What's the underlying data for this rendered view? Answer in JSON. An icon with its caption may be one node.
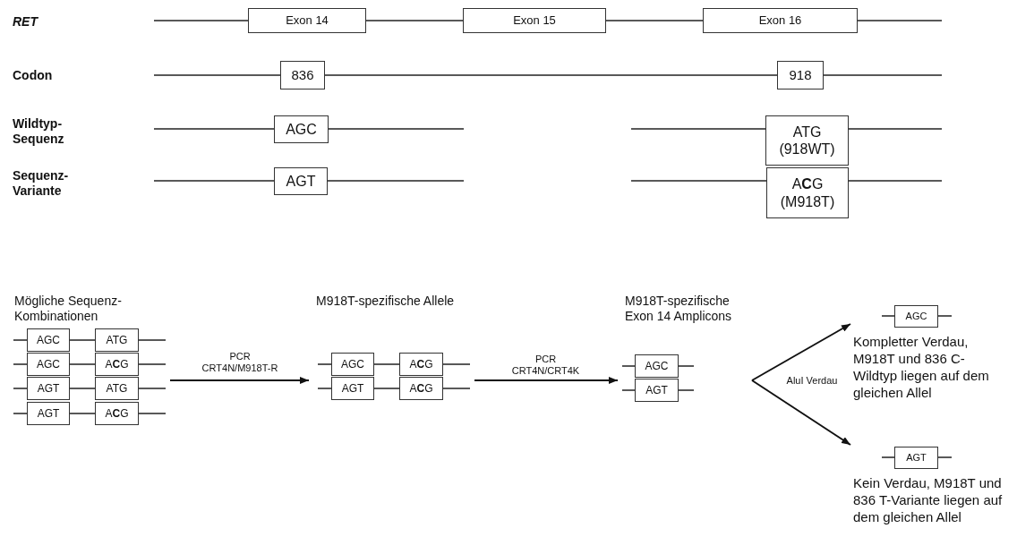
{
  "diagram": {
    "nodes": [
      {
        "text": [
          "Exon 14"
        ]
      },
      {
        "text": [
          "Exon 15"
        ]
      },
      {
        "text": [
          "Exon 16"
        ]
      },
      {
        "text": [
          "836"
        ]
      },
      {
        "text": [
          "918"
        ]
      },
      {
        "text": [
          "AGC"
        ]
      },
      {
        "text": [
          "ATG",
          "(918WT)"
        ]
      },
      {
        "text": [
          "AGT"
        ]
      },
      {
        "text": [
          "A**C**G",
          "(M918T)"
        ]
      },
      {
        "text": [
          "Mögliche Sequenz-Kombinationen"
        ]
      },
      {
        "text": [
          "AGC"
        ],
        "in": 9
      },
      {
        "text": [
          "ATG"
        ],
        "in": 9
      },
      {
        "text": [
          "AGC"
        ],
        "in": 9
      },
      {
        "text": [
          "A**C**G"
        ],
        "in": 9
      },
      {
        "text": [
          "AGT"
        ],
        "in": 9
      },
      {
        "text": [
          "ATG"
        ],
        "in": 9
      },
      {
        "text": [
          "AGT"
        ],
        "in": 9
      },
      {
        "text": [
          "A**C**G"
        ],
        "in": 9
      },
      {
        "text": [
          "M918T-spezifische Allele"
        ]
      },
      {
        "text": [
          "AGC"
        ],
        "in": 18
      },
      {
        "text": [
          "A**C**G"
        ],
        "in": 18
      },
      {
        "text": [
          "AGT"
        ],
        "in": 18
      },
      {
        "text": [
          "A**C**G"
        ],
        "in": 18
      },
      {
        "text": [
          "M918T-spezifische Exon 14 Amplicons"
        ]
      },
      {
        "text": [
          "AGC"
        ],
        "in": 23
      },
      {
        "text": [
          "AGT"
        ],
        "in": 23
      },
      {
        "text": [
          "AGC"
        ],
        "beside": [
          "Kompletter Verdau, M918T und 836 C-Wildtyp liegen auf dem gleichen Allel"
        ]
      },
      {
        "text": [
          "AGT"
        ],
        "beside": [
          "Kein Verdau, M918T und 836 T-Variante liegen auf dem gleichen Allel"
        ]
      }
    ],
    "edges": [
      {
        "from": 9,
        "to": 18,
        "arrow": "to",
        "label": "PCR CRT4N/M918T-R"
      },
      {
        "from": 18,
        "to": 23,
        "arrow": "to",
        "label": "PCR CRT4N/CRT4K"
      },
      {
        "from": 23,
        "to": 26,
        "arrow": "to",
        "label": "AluI Verdau"
      },
      {
        "from": 23,
        "to": 27,
        "arrow": "to"
      }
    ],
    "labels": [
      "RET",
      "Codon",
      "Wildtyp-Sequenz",
      "Sequenz-Variante"
    ]
  }
}
